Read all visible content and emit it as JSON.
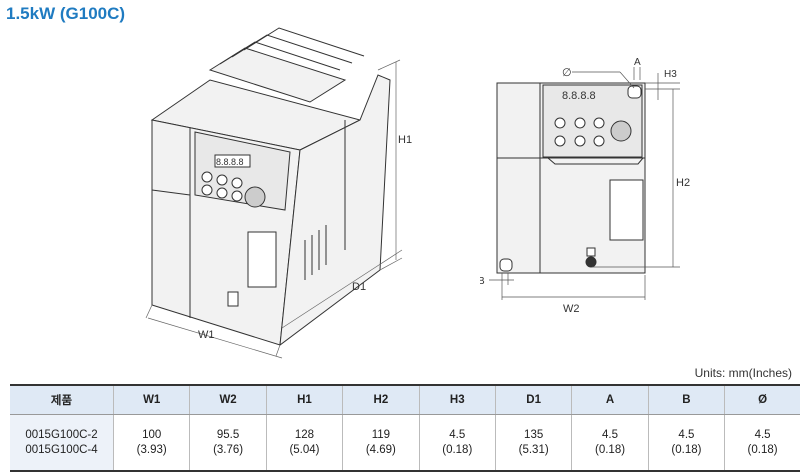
{
  "title": "1.5kW (G100C)",
  "drawing": {
    "display": "8.8.8.8",
    "labels": {
      "h1": "H1",
      "d1": "D1",
      "w1": "W1",
      "h2": "H2",
      "w2": "W2",
      "a": "A",
      "h3": "H3",
      "b": "B",
      "phi": "∅"
    }
  },
  "units": "Units: mm(Inches)",
  "table": {
    "headers": [
      "제품",
      "W1",
      "W2",
      "H1",
      "H2",
      "H3",
      "D1",
      "A",
      "B",
      "Ø"
    ],
    "models": [
      "0015G100C-2",
      "0015G100C-4"
    ],
    "values": [
      {
        "mm": "100",
        "in": "(3.93)"
      },
      {
        "mm": "95.5",
        "in": "(3.76)"
      },
      {
        "mm": "128",
        "in": "(5.04)"
      },
      {
        "mm": "119",
        "in": "(4.69)"
      },
      {
        "mm": "4.5",
        "in": "(0.18)"
      },
      {
        "mm": "135",
        "in": "(5.31)"
      },
      {
        "mm": "4.5",
        "in": "(0.18)"
      },
      {
        "mm": "4.5",
        "in": "(0.18)"
      },
      {
        "mm": "4.5",
        "in": "(0.18)"
      }
    ]
  }
}
